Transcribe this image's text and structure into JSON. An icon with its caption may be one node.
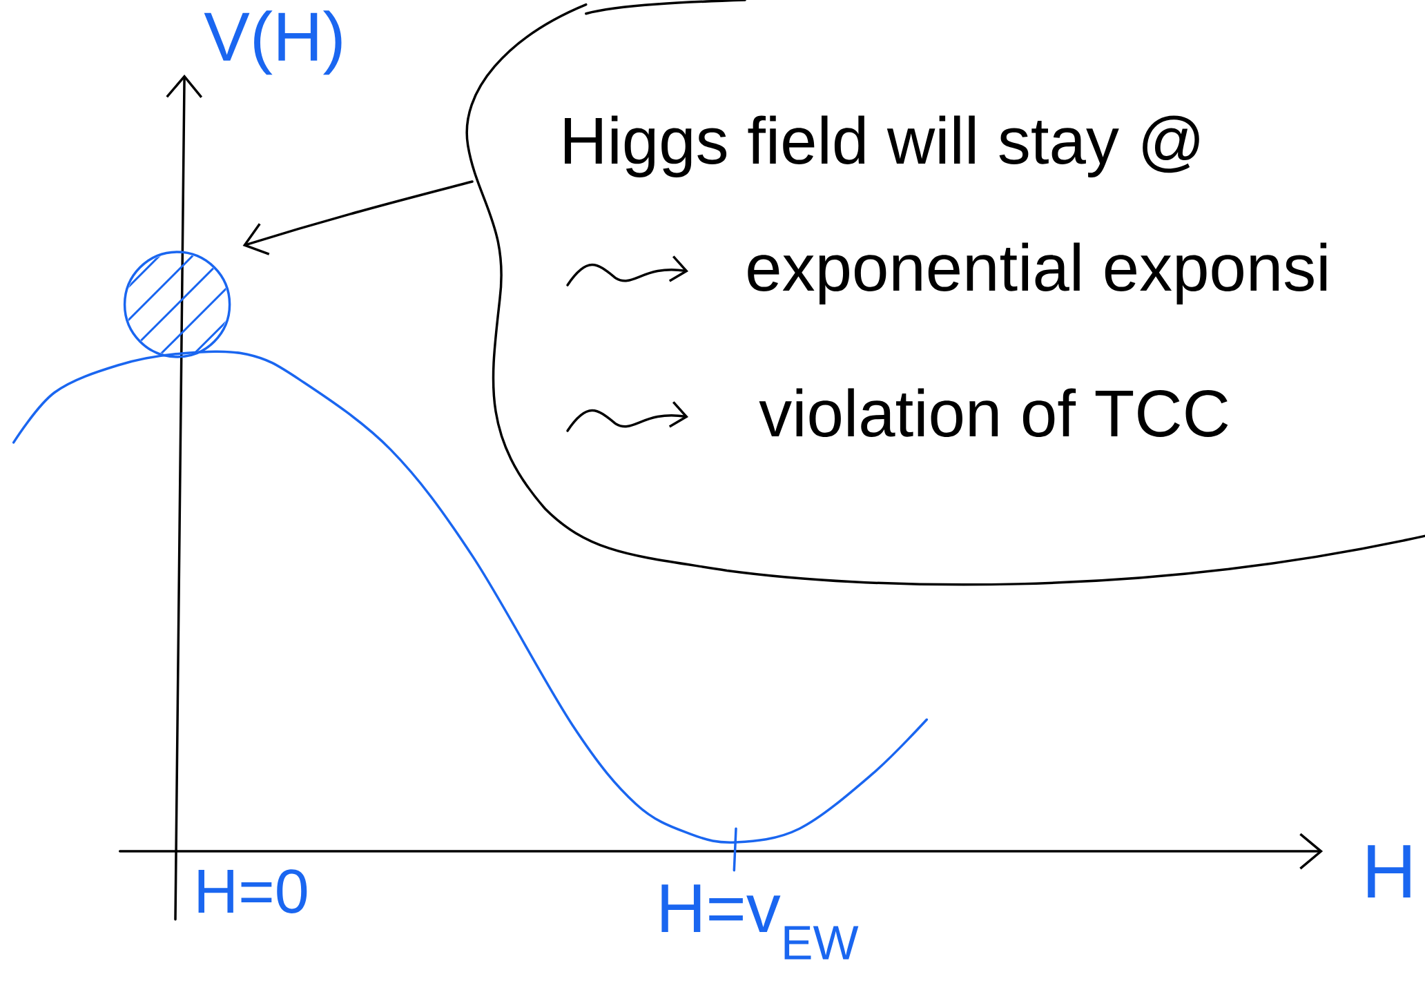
{
  "diagram": {
    "nodes": [
      {
        "text": [
          "Higgs field will stay @",
          "exponential exponsi",
          "violation of TCC"
        ]
      },
      {
        "text": [],
        "shape": "circle"
      }
    ],
    "edges": [
      {
        "from": 0,
        "to": 1,
        "arrow": "to"
      }
    ],
    "labels": [
      "V(H)",
      "H",
      "H=0",
      "H=v$_{EW}$"
    ]
  }
}
